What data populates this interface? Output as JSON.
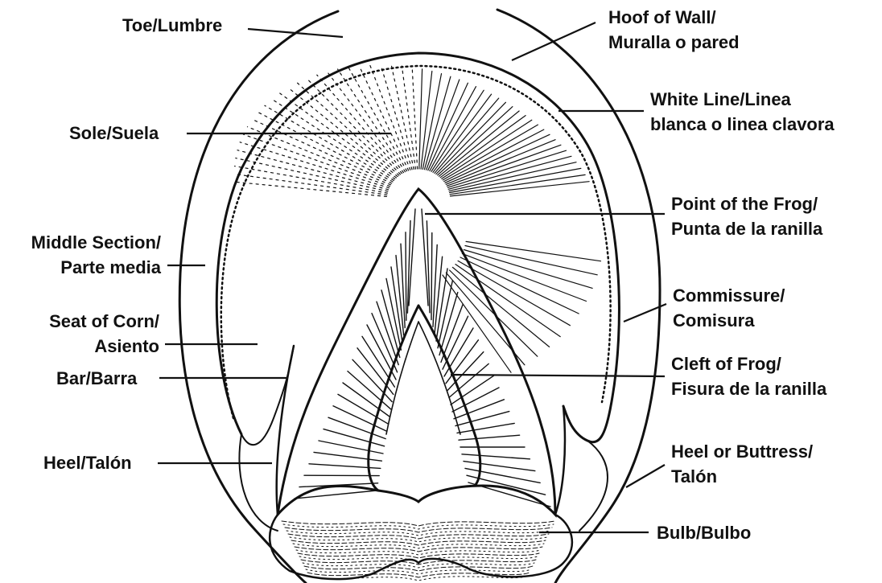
{
  "labels": {
    "toe": "Toe/Lumbre",
    "sole": "Sole/Suela",
    "middle_section": [
      "Middle Section/",
      "Parte media"
    ],
    "seat_of_corn": [
      "Seat of Corn/",
      "Asiento"
    ],
    "bar": "Bar/Barra",
    "heel": "Heel/Talón",
    "hoof_wall": [
      "Hoof of Wall/",
      "Muralla o pared"
    ],
    "white_line": [
      "White Line/Linea",
      "blanca o linea clavora"
    ],
    "point_of_frog": [
      "Point of the Frog/",
      "Punta de la ranilla"
    ],
    "commissure": [
      "Commissure/",
      "Comisura"
    ],
    "cleft_of_frog": [
      "Cleft of Frog/",
      "Fisura de la ranilla"
    ],
    "heel_buttress": [
      "Heel or Buttress/",
      "Talón"
    ],
    "bulb": "Bulb/Bulbo"
  }
}
